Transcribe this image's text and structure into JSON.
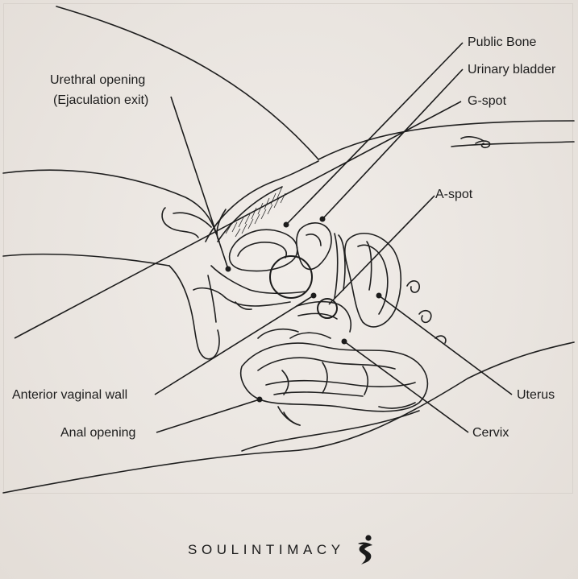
{
  "labels": {
    "urethral_line1": "Urethral opening",
    "urethral_line2": "(Ejaculation exit)",
    "public_bone": "Public Bone",
    "urinary_bladder": "Urinary bladder",
    "g_spot": "G-spot",
    "a_spot": "A-spot",
    "anterior_vaginal_wall": "Anterior vaginal wall",
    "anal_opening": "Anal opening",
    "uterus": "Uterus",
    "cervix": "Cervix"
  },
  "brand": {
    "name": "SOULINTIMACY",
    "logo_icon": "dancing-figure-icon"
  },
  "colors": {
    "background": "#ede8e3",
    "ink": "#1c1c1c"
  }
}
